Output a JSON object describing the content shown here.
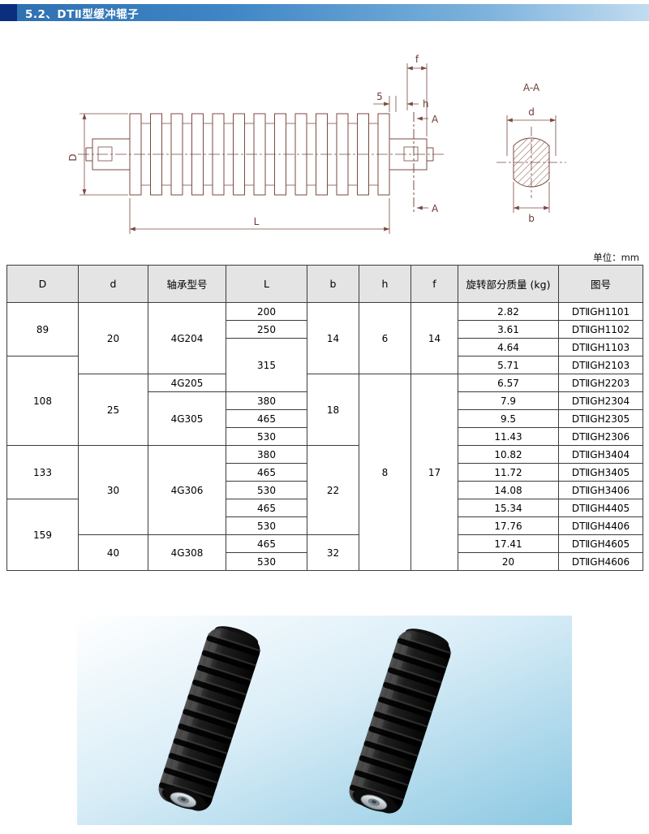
{
  "page": {
    "title": "5.2、DTⅡ型缓冲辊子",
    "unit_label": "单位：mm"
  },
  "drawing": {
    "labels": {
      "dim_D": "D",
      "dim_L": "L",
      "dim_f": "f",
      "dim_5": "5",
      "dim_h": "h",
      "section_a_top": "A",
      "section_a_bottom": "A",
      "section_view_title": "A-A",
      "dim_d": "d",
      "dim_b": "b"
    }
  },
  "table": {
    "headers": [
      "D",
      "d",
      "轴承型号",
      "L",
      "b",
      "h",
      "f",
      "旋转部分质量 (kg)",
      "图号"
    ],
    "rows": [
      [
        [
          "89",
          3
        ],
        [
          "20",
          4
        ],
        [
          "4G204",
          4
        ],
        [
          "200",
          1
        ],
        [
          "14",
          4
        ],
        [
          "6",
          4
        ],
        [
          "14",
          4
        ],
        [
          "2.82",
          1
        ],
        [
          "DTⅡGH1101",
          1
        ]
      ],
      [
        [
          "250",
          1
        ],
        [
          "3.61",
          1
        ],
        [
          "DTⅡGH1102",
          1
        ]
      ],
      [
        [
          "315",
          3
        ],
        [
          "4.64",
          1
        ],
        [
          "DTⅡGH1103",
          1
        ]
      ],
      [
        [
          "108",
          5
        ],
        [
          "5.71",
          1
        ],
        [
          "DTⅡGH2103",
          1
        ]
      ],
      [
        [
          "25",
          4
        ],
        [
          "4G205",
          1
        ],
        [
          "18",
          4
        ],
        [
          "8",
          11
        ],
        [
          "17",
          11
        ],
        [
          "6.57",
          1
        ],
        [
          "DTⅡGH2203",
          1
        ]
      ],
      [
        [
          "4G305",
          3
        ],
        [
          "380",
          1
        ],
        [
          "7.9",
          1
        ],
        [
          "DTⅡGH2304",
          1
        ]
      ],
      [
        [
          "465",
          1
        ],
        [
          "9.5",
          1
        ],
        [
          "DTⅡGH2305",
          1
        ]
      ],
      [
        [
          "530",
          1
        ],
        [
          "11.43",
          1
        ],
        [
          "DTⅡGH2306",
          1
        ]
      ],
      [
        [
          "133",
          3
        ],
        [
          "30",
          5
        ],
        [
          "4G306",
          5
        ],
        [
          "380",
          1
        ],
        [
          "22",
          5
        ],
        [
          "10.82",
          1
        ],
        [
          "DTⅡGH3404",
          1
        ]
      ],
      [
        [
          "465",
          1
        ],
        [
          "11.72",
          1
        ],
        [
          "DTⅡGH3405",
          1
        ]
      ],
      [
        [
          "530",
          1
        ],
        [
          "14.08",
          1
        ],
        [
          "DTⅡGH3406",
          1
        ]
      ],
      [
        [
          "159",
          4
        ],
        [
          "465",
          1
        ],
        [
          "15.34",
          1
        ],
        [
          "DTⅡGH4405",
          1
        ]
      ],
      [
        [
          "530",
          1
        ],
        [
          "17.76",
          1
        ],
        [
          "DTⅡGH4406",
          1
        ]
      ],
      [
        [
          "40",
          2
        ],
        [
          "4G308",
          2
        ],
        [
          "465",
          1
        ],
        [
          "32",
          2
        ],
        [
          "17.41",
          1
        ],
        [
          "DTⅡGH4605",
          1
        ]
      ],
      [
        [
          "530",
          1
        ],
        [
          "20",
          1
        ],
        [
          "DTⅡGH4606",
          1
        ]
      ]
    ]
  }
}
